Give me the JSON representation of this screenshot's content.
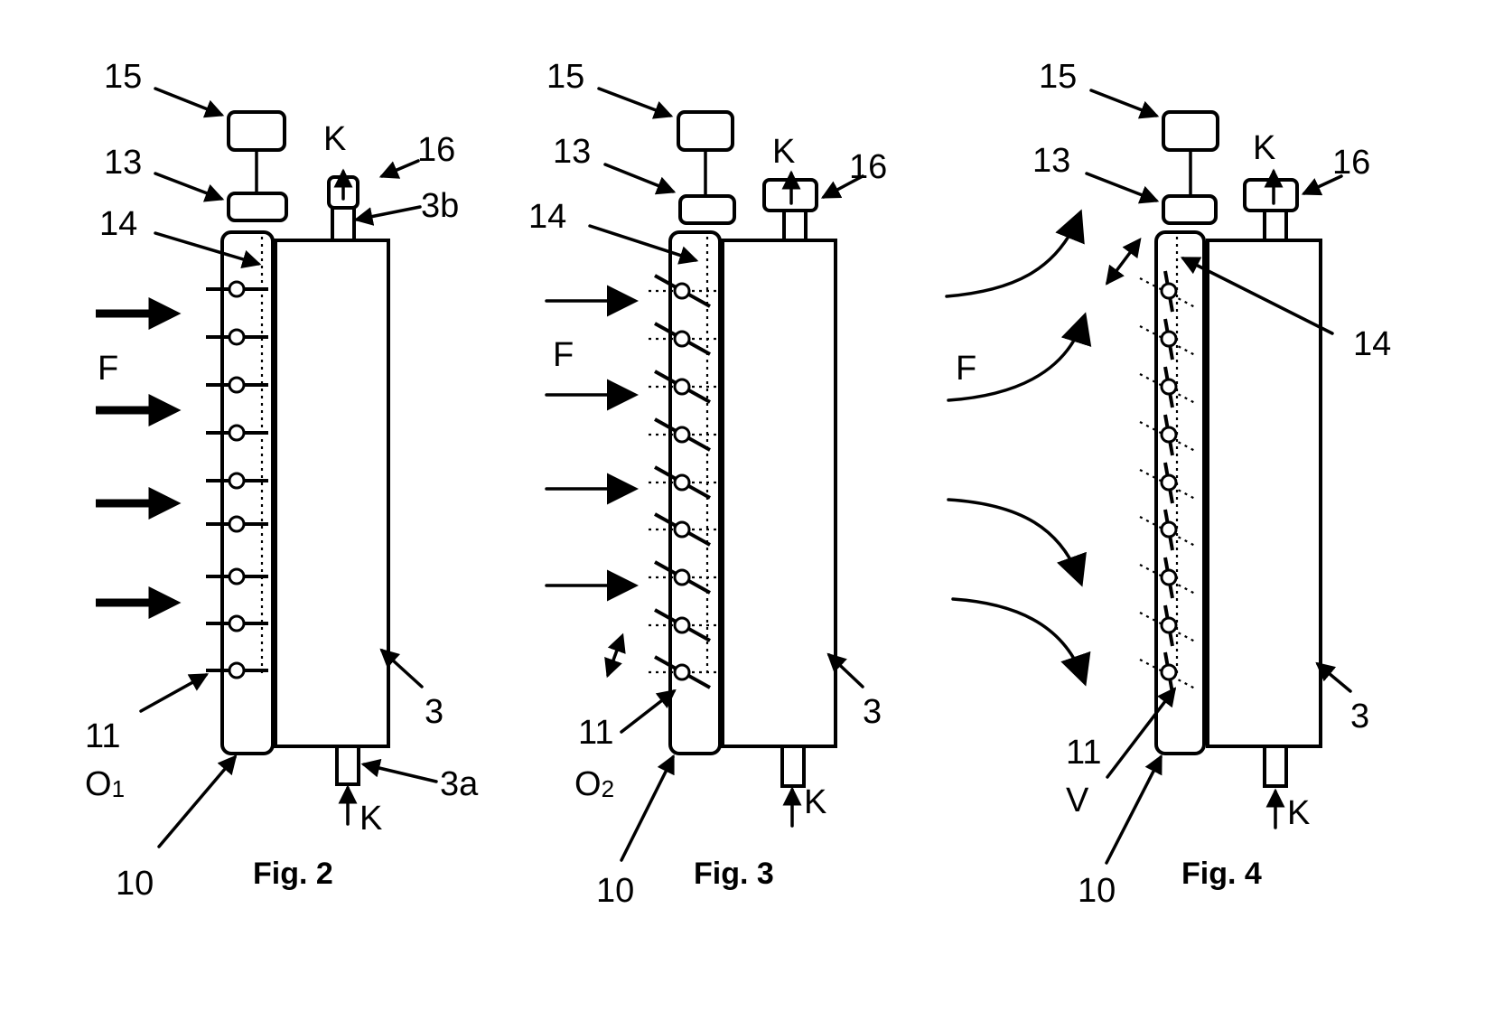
{
  "figures": [
    {
      "caption": "Fig. 2",
      "state_label": "O",
      "state_sub": "1",
      "labels": {
        "l15": "15",
        "l13": "13",
        "l14": "14",
        "l16": "16",
        "l3b": "3b",
        "l3": "3",
        "l3a": "3a",
        "l11": "11",
        "l10": "10",
        "F": "F",
        "K_top": "K",
        "K_bot": "K"
      }
    },
    {
      "caption": "Fig. 3",
      "state_label": "O",
      "state_sub": "2",
      "labels": {
        "l15": "15",
        "l13": "13",
        "l14": "14",
        "l16": "16",
        "l3": "3",
        "l11": "11",
        "l10": "10",
        "F": "F",
        "K_top": "K",
        "K_bot": "K"
      }
    },
    {
      "caption": "Fig. 4",
      "state_label": "V",
      "state_sub": "",
      "labels": {
        "l15": "15",
        "l13": "13",
        "l14": "14",
        "l16": "16",
        "l3": "3",
        "l11": "11",
        "l10": "10",
        "F": "F",
        "K_top": "K",
        "K_bot": "K"
      }
    }
  ],
  "colors": {
    "line": "#000000",
    "background": "#ffffff"
  }
}
